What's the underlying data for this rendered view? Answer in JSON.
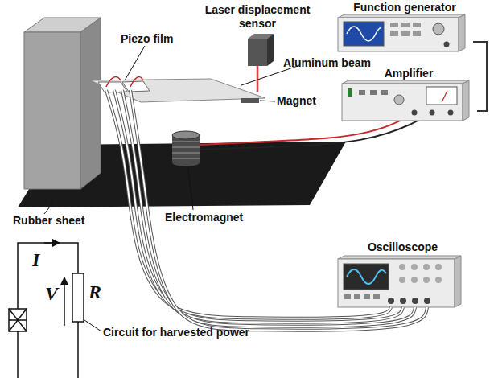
{
  "diagram": {
    "nodes": [
      {
        "text": [
          "Function generator"
        ]
      },
      {
        "text": [
          "Amplifier"
        ]
      },
      {
        "text": [
          "Oscilloscope"
        ]
      }
    ],
    "edges": [
      {
        "from": 0,
        "to": 1,
        "arrow": "none"
      }
    ],
    "labels": [
      "Laser displacement sensor",
      "Piezo film",
      "Aluminum beam",
      "Magnet",
      "Rubber sheet",
      "Electromagnet",
      "I",
      "V",
      "R",
      "Circuit for harvested power"
    ]
  }
}
